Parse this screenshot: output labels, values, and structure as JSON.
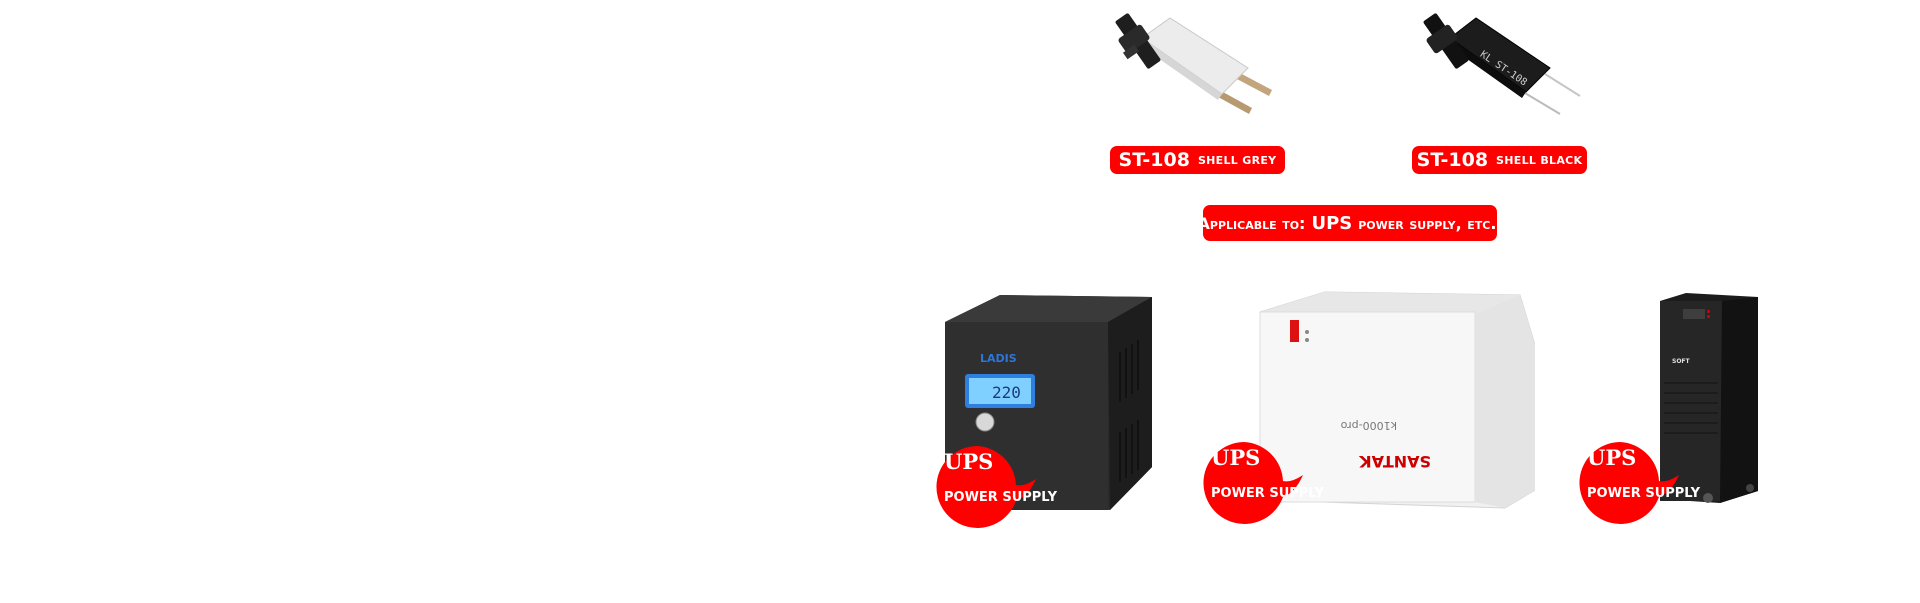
{
  "products": [
    {
      "model": "ST-108",
      "variant": "SHELL GREY",
      "color_hex": "#e4e4e4"
    },
    {
      "model": "ST-108",
      "variant": "SHELL BLACK",
      "color_hex": "#1a1a1a"
    }
  ],
  "black_switch_print": "KL ST-108",
  "applicable": {
    "prefix": "Applicable to:",
    "acronym": "UPS",
    "suffix": "power supply, etc.."
  },
  "ups_units": [
    {
      "brand": "LADIS",
      "display": "220",
      "badge_title": "UPS",
      "badge_subtitle": "POWER SUPPLY"
    },
    {
      "brand": "SANTAK",
      "model_print": "k1000-pro",
      "badge_title": "UPS",
      "badge_subtitle": "POWER SUPPLY"
    },
    {
      "brand": "SOFT",
      "badge_title": "UPS",
      "badge_subtitle": "POWER SUPPLY"
    }
  ],
  "accent_color": "#ff0000"
}
